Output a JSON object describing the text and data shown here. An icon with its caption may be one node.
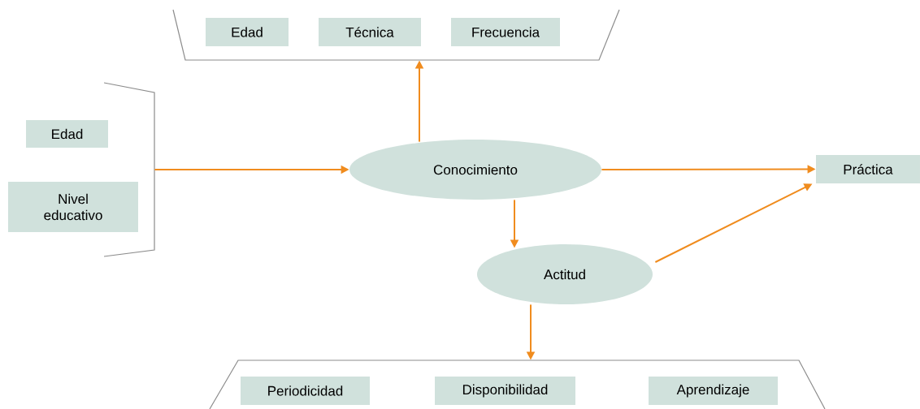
{
  "diagram": {
    "nodes": [
      {
        "text": [],
        "shape": "trapezoid"
      },
      {
        "text": [
          "Edad"
        ],
        "in": 0
      },
      {
        "text": [
          "Técnica"
        ],
        "in": 0
      },
      {
        "text": [
          "Frecuencia"
        ],
        "in": 0
      },
      {
        "text": [],
        "shape": "bracket"
      },
      {
        "text": [
          "Edad"
        ]
      },
      {
        "text": [
          "Nivel educativo"
        ]
      },
      {
        "text": [
          "Conocimiento"
        ]
      },
      {
        "text": [
          "Práctica"
        ]
      },
      {
        "text": [
          "Actitud"
        ]
      },
      {
        "text": [],
        "shape": "trapezoid"
      },
      {
        "text": [
          "Periodicidad"
        ],
        "in": 10
      },
      {
        "text": [
          "Disponibilidad"
        ],
        "in": 10
      },
      {
        "text": [
          "Aprendizaje"
        ],
        "in": 10
      }
    ],
    "edges": [
      {
        "from": 4,
        "to": 7,
        "arrow": "to"
      },
      {
        "from": 7,
        "to": 0,
        "arrow": "to"
      },
      {
        "from": 7,
        "to": 8,
        "arrow": "to"
      },
      {
        "from": 7,
        "to": 9,
        "arrow": "to"
      },
      {
        "from": 9,
        "to": 8,
        "arrow": "to"
      },
      {
        "from": 9,
        "to": 10,
        "arrow": "to"
      }
    ]
  }
}
